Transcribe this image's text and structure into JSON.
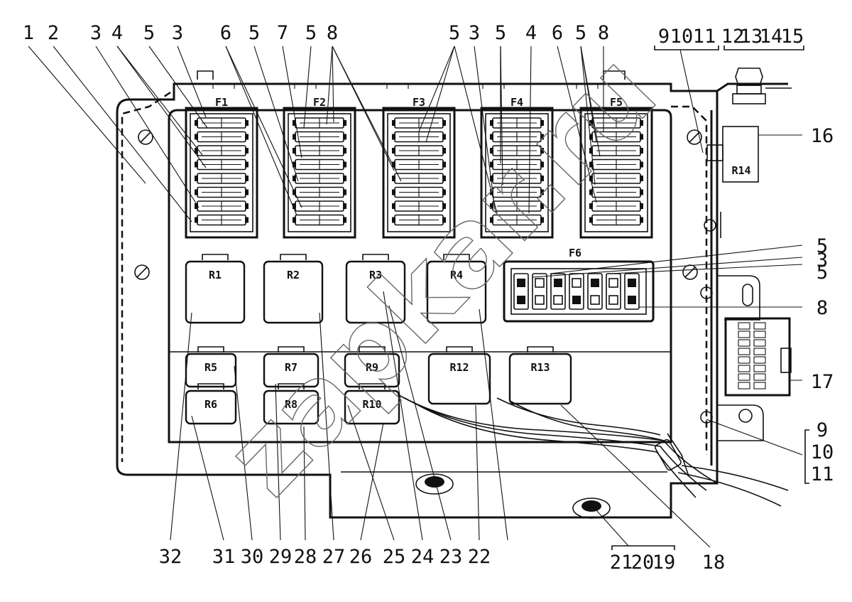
{
  "fuse_blocks": [
    "F1",
    "F2",
    "F3",
    "F4",
    "F5",
    "F6"
  ],
  "relays": [
    "R1",
    "R2",
    "R3",
    "R4",
    "R5",
    "R6",
    "R7",
    "R8",
    "R9",
    "R10",
    "R12",
    "R13",
    "R14"
  ],
  "callouts_top": [
    "1",
    "2",
    "3",
    "4",
    "5",
    "3",
    "6",
    "5",
    "7",
    "5",
    "8",
    "5",
    "3",
    "5",
    "4",
    "6",
    "5",
    "8"
  ],
  "callouts_top_right": [
    "9",
    "10",
    "11",
    "12",
    "13",
    "14",
    "15"
  ],
  "callouts_right": [
    "16",
    "5",
    "3",
    "5",
    "8",
    "17",
    "9",
    "10",
    "11"
  ],
  "callouts_bottom": [
    "32",
    "31",
    "30",
    "29",
    "28",
    "27",
    "26",
    "25",
    "24",
    "23",
    "22",
    "21",
    "20",
    "19",
    "18"
  ],
  "watermark": "zapkar.ru"
}
